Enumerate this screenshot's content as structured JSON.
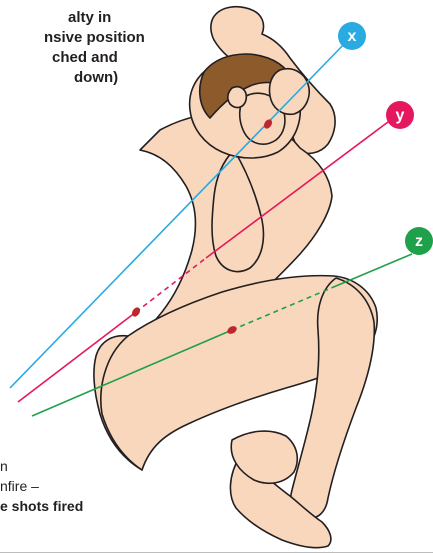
{
  "caption_top": {
    "lines": [
      "alty in",
      "nsive position",
      "ched and",
      "down)"
    ]
  },
  "caption_bottom": {
    "line1": "n",
    "line2": "nfire –",
    "line3": "e shots fired"
  },
  "axes": [
    {
      "label": "x",
      "color": "#29abe2"
    },
    {
      "label": "y",
      "color": "#e5175e"
    },
    {
      "label": "z",
      "color": "#1fa04a"
    }
  ],
  "colors": {
    "skin": "#f8d7bd",
    "skin_shade": "#edc1a2",
    "outline": "#231f20",
    "hair": "#8c5a2b",
    "wound": "#c0272d"
  }
}
